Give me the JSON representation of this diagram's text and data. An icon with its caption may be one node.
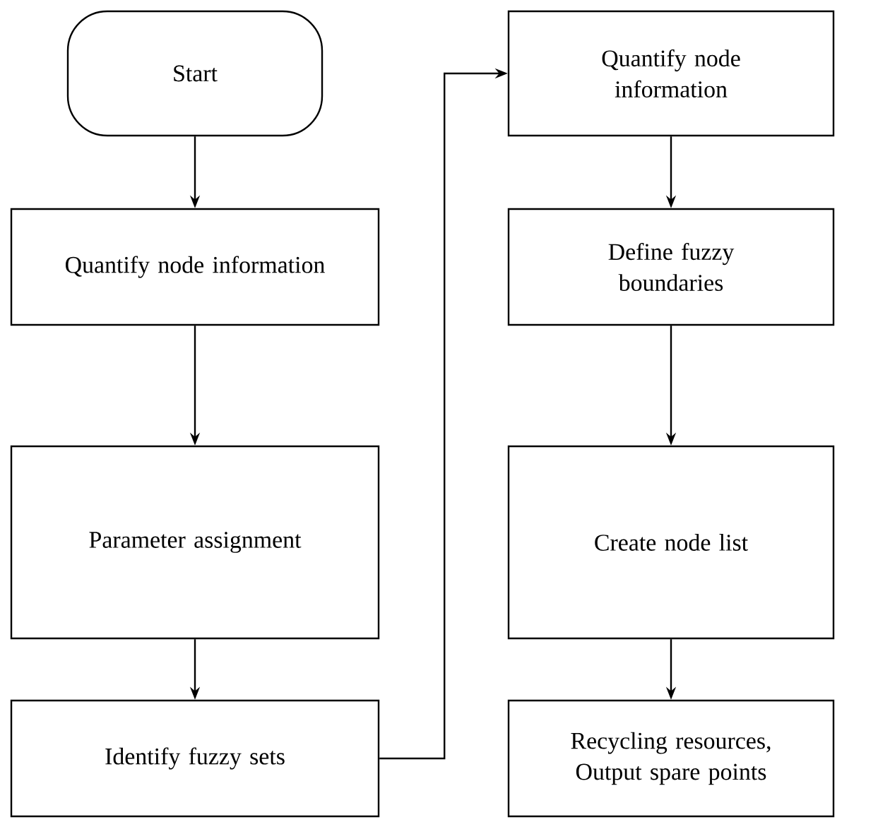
{
  "diagram": {
    "nodes": [
      {
        "text": [
          "Start"
        ]
      },
      {
        "text": [
          "Quantify node information"
        ]
      },
      {
        "text": [
          "Parameter assignment"
        ]
      },
      {
        "text": [
          "Identify fuzzy sets"
        ]
      },
      {
        "text": [
          "Quantify node information"
        ]
      },
      {
        "text": [
          "Define fuzzy boundaries"
        ]
      },
      {
        "text": [
          "Create node list"
        ]
      },
      {
        "text": [
          "Recycling resources, Output spare points"
        ]
      }
    ],
    "edges": [
      {
        "from": 0,
        "to": 1,
        "arrow": "to"
      },
      {
        "from": 1,
        "to": 2,
        "arrow": "to"
      },
      {
        "from": 2,
        "to": 3,
        "arrow": "to"
      },
      {
        "from": 3,
        "to": 4,
        "arrow": "to"
      },
      {
        "from": 4,
        "to": 5,
        "arrow": "to"
      },
      {
        "from": 5,
        "to": 6,
        "arrow": "to"
      },
      {
        "from": 6,
        "to": 7,
        "arrow": "to"
      }
    ]
  }
}
